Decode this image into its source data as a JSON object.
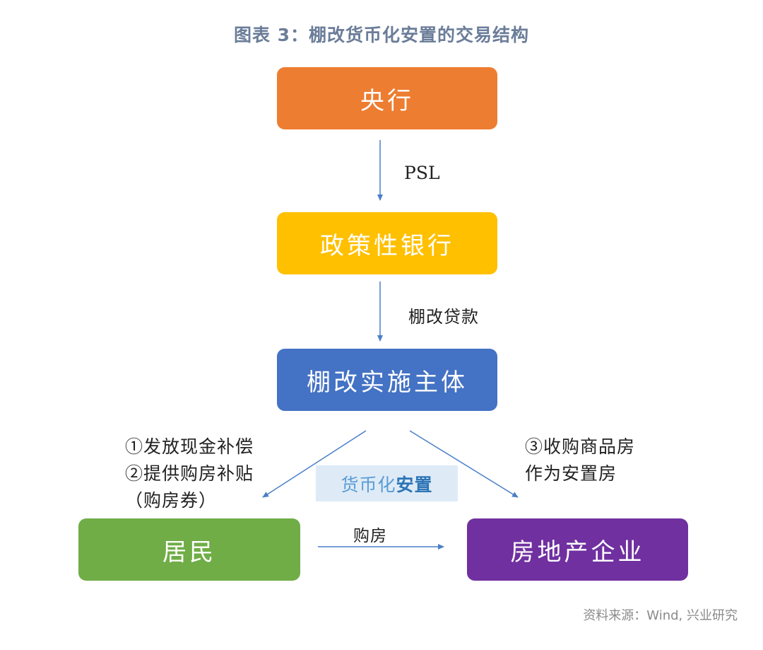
{
  "title": "图表 3：棚改货币化安置的交易结构",
  "nodes": {
    "central_bank": "央行",
    "policy_bank": "政策性银行",
    "entity": "棚改实施主体",
    "residents": "居民",
    "real_estate": "房地产企业"
  },
  "edges": {
    "psl": "PSL",
    "loan": "棚改贷款",
    "left_line1": "①发放现金补偿",
    "left_line2": "②提供购房补贴",
    "left_line3": "（购房券）",
    "right_line1": "③收购商品房",
    "right_line2": "作为安置房",
    "buy": "购房"
  },
  "center_tag": {
    "part1": "货币化",
    "part2": "安置"
  },
  "source": "资料来源：Wind, 兴业研究",
  "colors": {
    "central_bank": "#ed7d31",
    "policy_bank": "#ffc000",
    "entity": "#4472c4",
    "residents": "#70ad47",
    "real_estate": "#7030a0",
    "arrow": "#4a7fc8"
  }
}
